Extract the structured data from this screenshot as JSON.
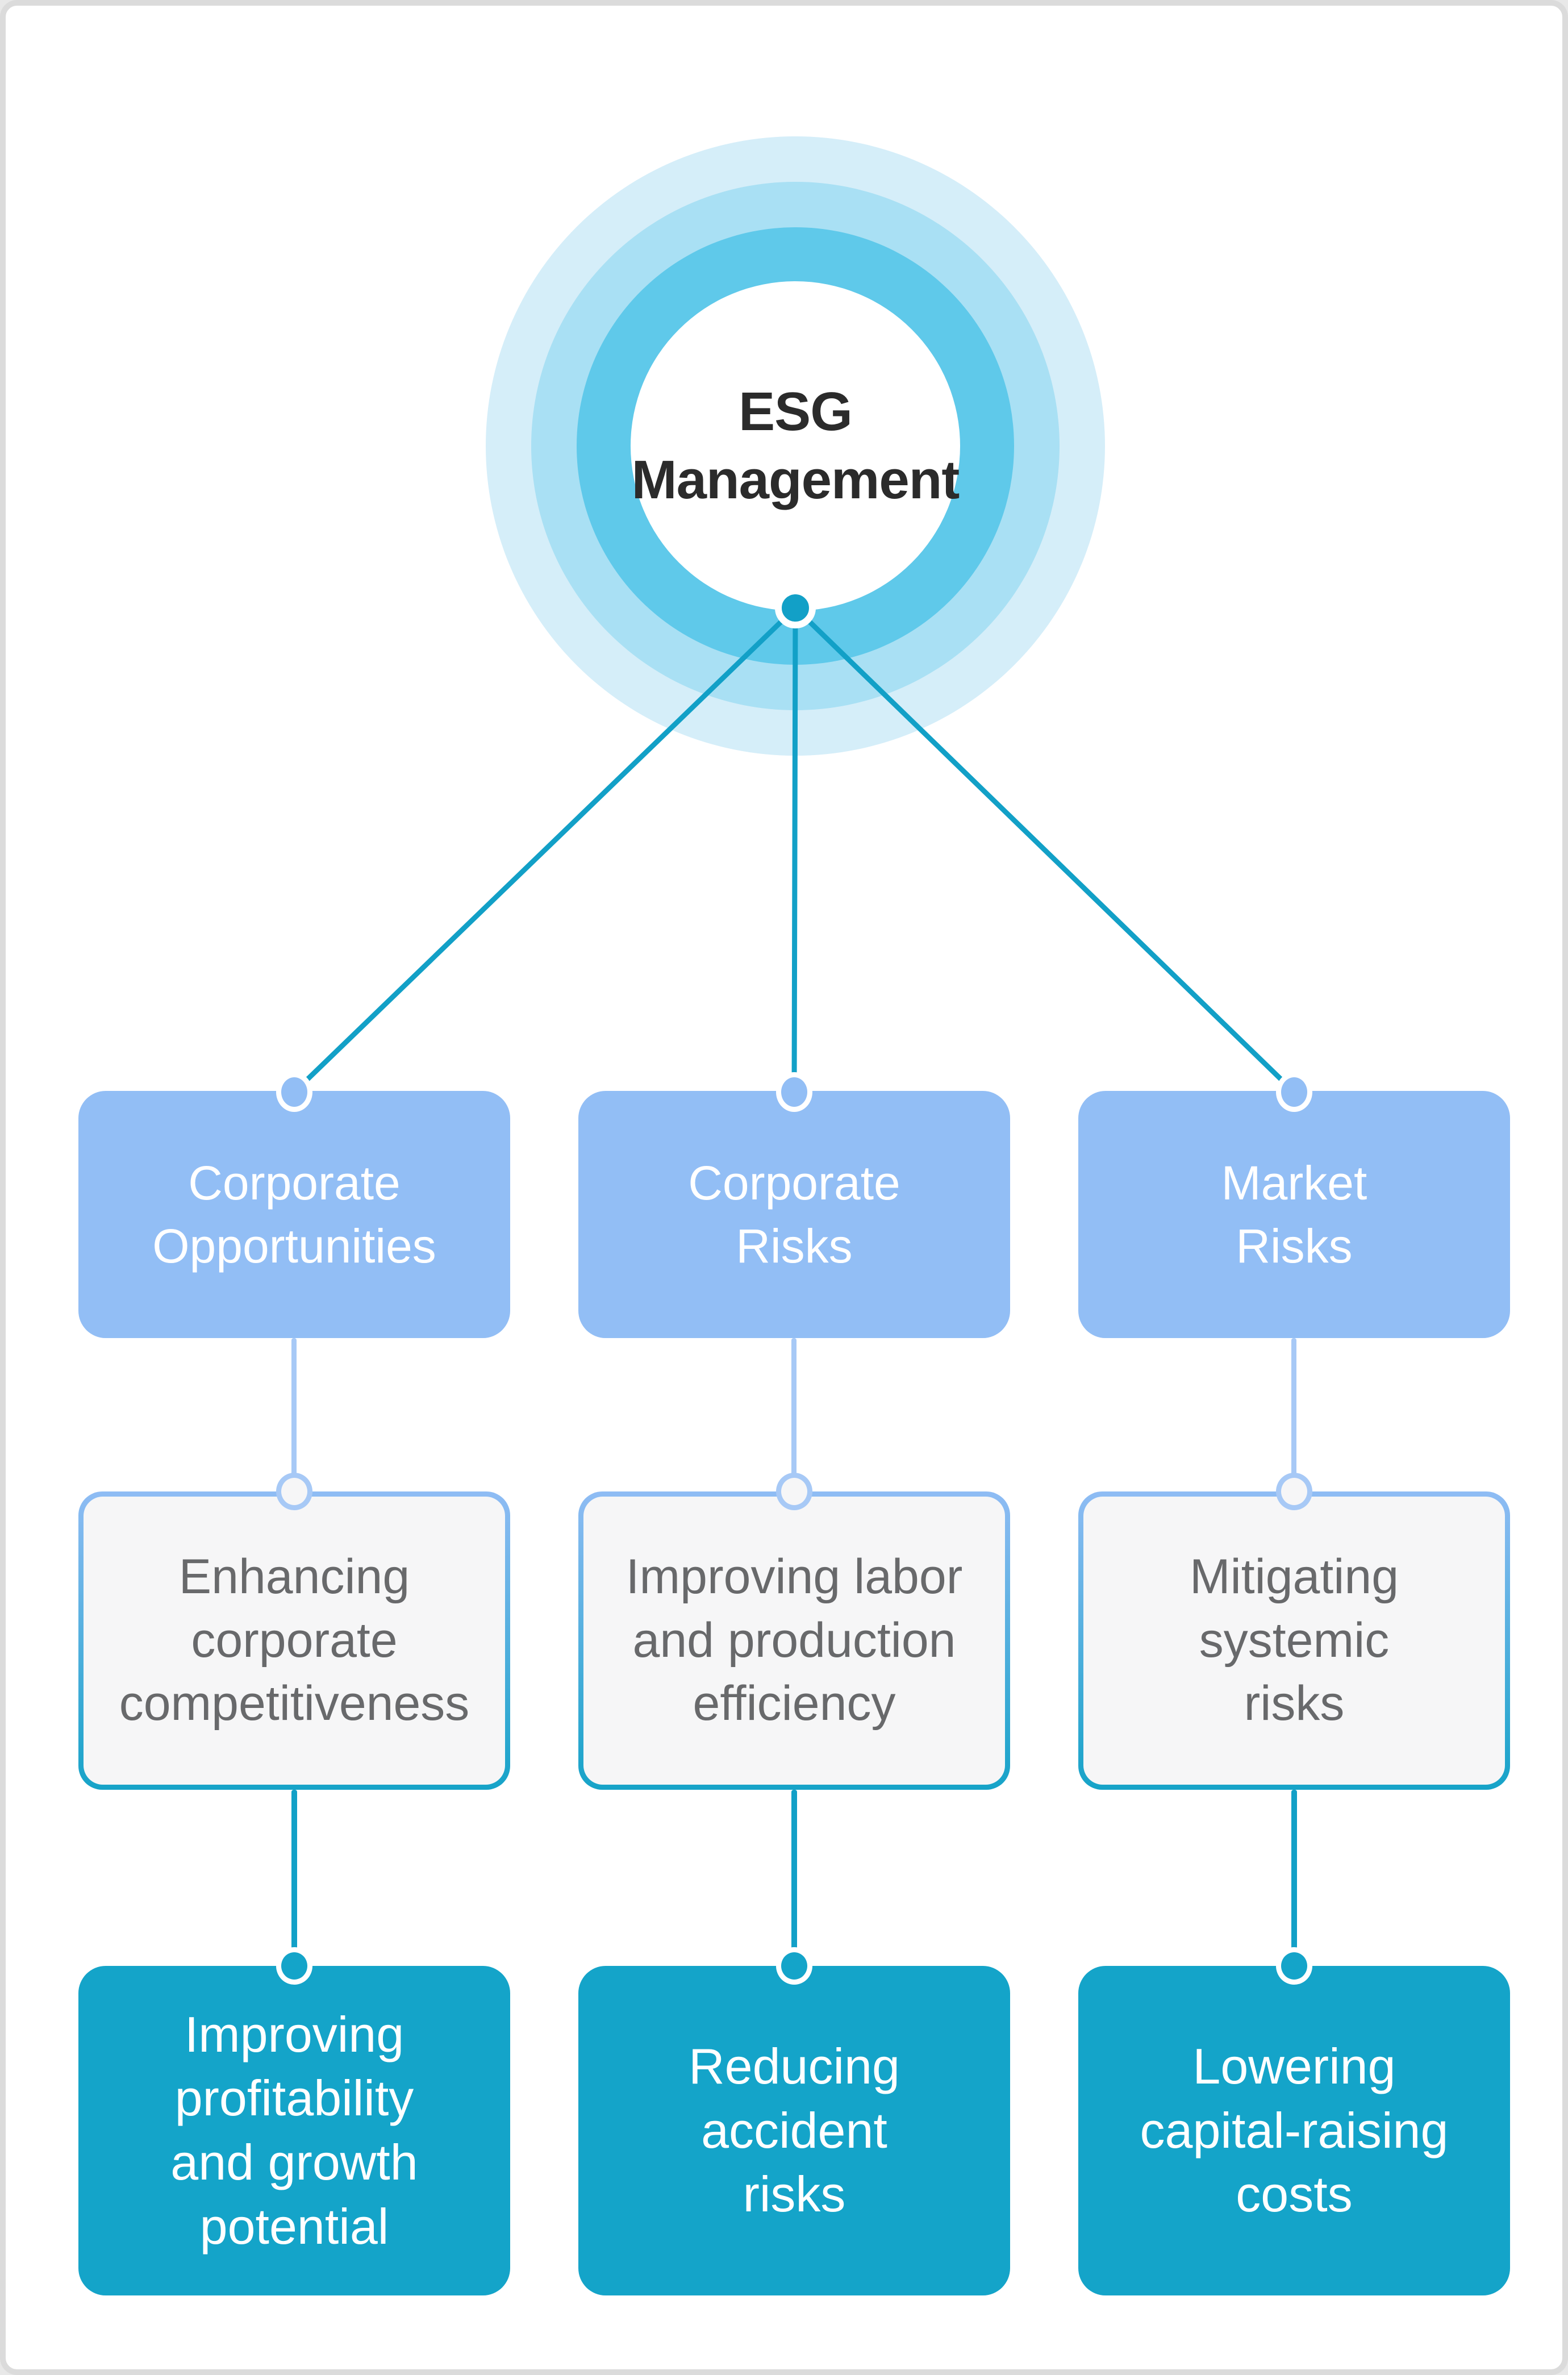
{
  "hub": {
    "title": "ESG\nManagement"
  },
  "columns": [
    {
      "top": "Corporate\nOpportunities",
      "middle": "Enhancing\ncorporate\ncompetitiveness",
      "bottom": "Improving\nprofitability\nand growth\npotential"
    },
    {
      "top": "Corporate\nRisks",
      "middle": "Improving labor\nand production\nefficiency",
      "bottom": "Reducing\naccident\nrisks"
    },
    {
      "top": "Market\nRisks",
      "middle": "Mitigating\nsystemic\nrisks",
      "bottom": "Lowering\ncapital-raising\ncosts"
    }
  ],
  "colors": {
    "line-teal": "#12A0C7",
    "box-blue": "#92BEF5",
    "box-teal": "#14A4C9",
    "ring-outer": "#D5EEF9",
    "ring-mid": "#A9E0F4",
    "ring-inner": "#5FC9EA",
    "mid-box-bg": "#F6F6F7",
    "mid-box-text": "#68696B",
    "connector-blue": "#A7C9F6",
    "mid-border-top": "#8FBCF4",
    "mid-border-bottom": "#16A3C8",
    "hub-text": "#2B2B2B",
    "page-border": "#DBDBDB",
    "text-white": "#FFFFFF"
  }
}
